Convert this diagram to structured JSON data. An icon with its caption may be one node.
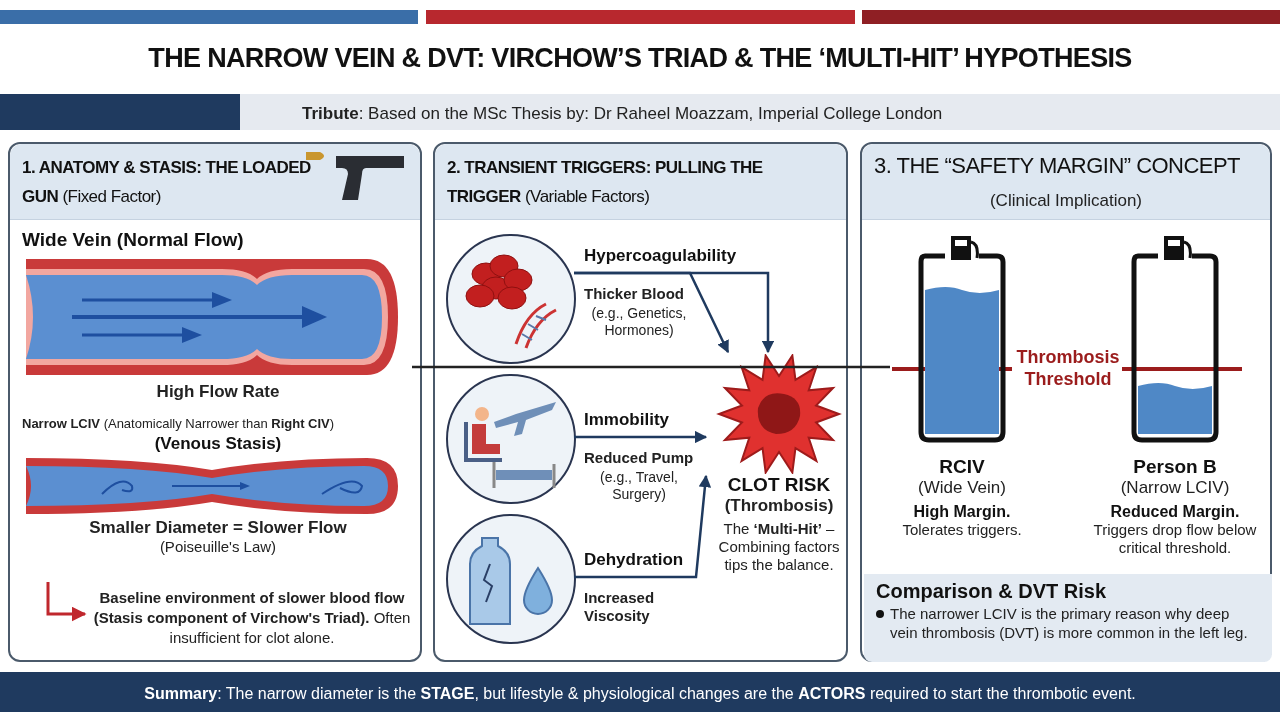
{
  "diagram": {
    "title": "THE NARROW VEIN & DVT: VIRCHOW’S TRIAD & THE ‘MULTI-HIT’ HYPOTHESIS",
    "nodes": [
      {
        "text": [
          "**1. ANATOMY & STASIS: THE LOADED GUN** (Fixed Factor)"
        ]
      },
      {
        "text": [
          "Wide Vein (Normal Flow)",
          "High Flow Rate"
        ],
        "in": 0
      },
      {
        "text": [
          "**Narrow LCIV** (Anatomically Narrower than **Right CIV**)",
          "(Venous Stasis)",
          "Smaller Diameter = Slower Flow",
          "(Poiseuille's Law)"
        ],
        "in": 0
      },
      {
        "text": [
          "**Baseline environment of slower blood flow (Stasis component of Virchow's Triad).** Often insufficient for clot alone."
        ],
        "in": 0
      },
      {
        "text": [
          "**2. TRANSIENT TRIGGERS: PULLING THE TRIGGER** (Variable Factors)"
        ]
      },
      {
        "text": [],
        "shape": "circle",
        "in": 4,
        "beside": [
          "Hypercoagulability",
          "Thicker Blood",
          "(e.g., Genetics, Hormones)"
        ]
      },
      {
        "text": [],
        "shape": "circle",
        "in": 4,
        "beside": [
          "Immobility",
          "Reduced Pump",
          "(e.g., Travel, Surgery)"
        ]
      },
      {
        "text": [],
        "shape": "circle",
        "in": 4,
        "beside": [
          "Dehydration",
          "Increased Viscosity"
        ]
      },
      {
        "text": [
          "CLOT RISK",
          "(Thrombosis)",
          "The **‘Multi-Hit’** – Combining factors tips the balance."
        ],
        "in": 4
      },
      {
        "text": [
          "3. THE “SAFETY MARGIN” CONCEPT",
          "(Clinical Implication)"
        ]
      },
      {
        "text": [
          "RCIV",
          "(Wide Vein)",
          "High Margin.",
          "Tolerates triggers."
        ],
        "in": 9
      },
      {
        "text": [
          "Person B",
          "(Narrow LCIV)",
          "Reduced Margin.",
          "Triggers drop flow below critical threshold."
        ],
        "in": 9
      },
      {
        "text": [
          "Comparison & DVT Risk",
          "The narrower LCIV is the primary reason why deep vein thrombosis (DVT) is more common in the left leg."
        ],
        "in": 9
      }
    ],
    "edges": [
      {
        "from": 2,
        "to": 3,
        "arrow": "to",
        "color": "#c0272d"
      },
      {
        "from": 1,
        "to": 10,
        "arrow": "none",
        "color": "#222222"
      },
      {
        "from": 5,
        "to": 8,
        "arrow": "to"
      },
      {
        "from": 5,
        "to": 8,
        "arrow": "to"
      },
      {
        "from": 6,
        "to": 8,
        "arrow": "to"
      },
      {
        "from": 7,
        "to": 8,
        "arrow": "to"
      }
    ],
    "labels": [
      "**Tribute**: Based on the MSc Thesis by: Dr Raheel Moazzam, Imperial College London",
      "Thrombosis Threshold",
      "**Summary**: The narrow diameter is the **STAGE**, but lifestyle & physiological changes are the **ACTORS** required to start the thrombotic event."
    ]
  }
}
